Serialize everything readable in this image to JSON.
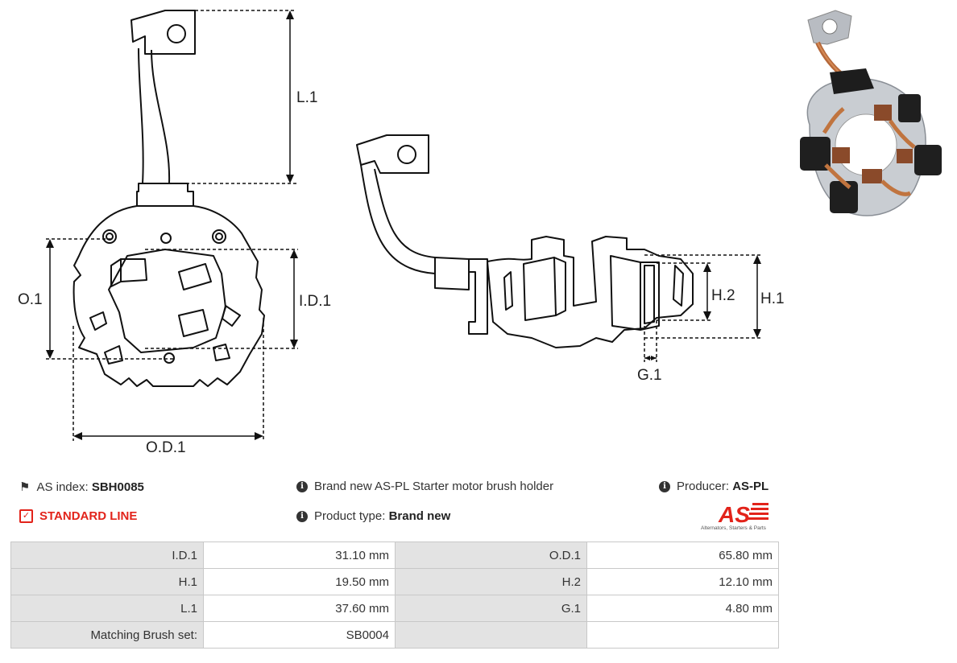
{
  "drawing": {
    "labels": {
      "l1": "L.1",
      "o1": "O.1",
      "id1": "I.D.1",
      "od1": "O.D.1",
      "h1": "H.1",
      "h2": "H.2",
      "g1": "G.1"
    }
  },
  "info": {
    "as_index_label": "AS index:",
    "as_index_value": "SBH0085",
    "standard_line": "STANDARD LINE",
    "description": "Brand new AS-PL Starter motor brush holder",
    "product_type_label": "Product type:",
    "product_type_value": "Brand new",
    "producer_label": "Producer:",
    "producer_value": "AS-PL"
  },
  "logo": {
    "mark": "AS",
    "tagline": "Alternators, Starters & Parts"
  },
  "specs": {
    "rows": [
      {
        "l1": "I.D.1",
        "v1": "31.10 mm",
        "l2": "O.D.1",
        "v2": "65.80 mm"
      },
      {
        "l1": "H.1",
        "v1": "19.50 mm",
        "l2": "H.2",
        "v2": "12.10 mm"
      },
      {
        "l1": "L.1",
        "v1": "37.60 mm",
        "l2": "G.1",
        "v2": "4.80 mm"
      },
      {
        "l1": "Matching Brush set:",
        "v1": "SB0004",
        "l2": "",
        "v2": ""
      }
    ]
  },
  "colors": {
    "accent_red": "#e2231a",
    "label_cell": "#e3e3e3",
    "border": "#c8c8c8"
  }
}
